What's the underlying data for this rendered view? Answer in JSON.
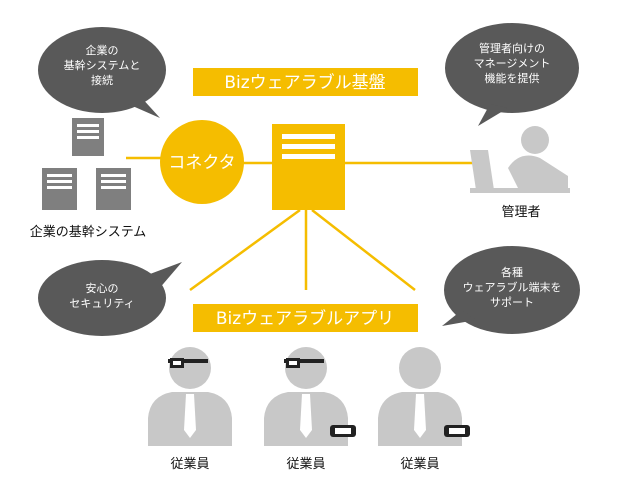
{
  "banners": {
    "platform": "Bizウェアラブル基盤",
    "apps": "Bizウェアラブルアプリ"
  },
  "connector": {
    "label": "コネクタ"
  },
  "bubbles": {
    "enterprise": [
      "企業の",
      "基幹システムと",
      "接続"
    ],
    "admin": [
      "管理者向けの",
      "マネージメント",
      "機能を提供"
    ],
    "security": [
      "安心の",
      "セキュリティ"
    ],
    "devices": [
      "各種",
      "ウェアラブル端末を",
      "サポート"
    ]
  },
  "labels": {
    "enterprise_systems": "企業の基幹システム",
    "administrator": "管理者",
    "employee_1": "従業員",
    "employee_2": "従業員",
    "employee_3": "従業員"
  },
  "colors": {
    "accent": "#F5BD00",
    "bubble": "#595959",
    "figure": "#C8C8C8",
    "server": "#7F7F7F"
  }
}
